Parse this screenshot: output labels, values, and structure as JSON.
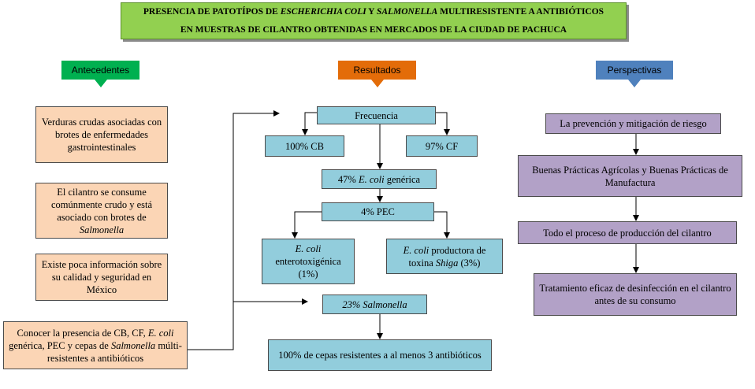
{
  "title": {
    "line1_pre": "PRESENCIA DE PATOTÍPOS DE ",
    "line1_em1": "ESCHERICHIA COLI",
    "line1_mid": " Y ",
    "line1_em2": "SALMONELLA",
    "line1_post": " MULTIRESISTENTE A ANTIBIÓTICOS",
    "line2": "EN MUESTRAS DE CILANTRO OBTENIDAS EN MERCADOS DE LA CIUDAD DE PACHUCA"
  },
  "sections": {
    "antecedentes": "Antecedentes",
    "resultados": "Resultados",
    "perspectivas": "Perspectivas"
  },
  "antecedentes": {
    "item1": "Verduras crudas asociadas con brotes de enfermedades gastrointestinales",
    "item2_pre": "El cilantro se consume comúnmente crudo y está asociado con brotes de ",
    "item2_em": "Salmonella",
    "item3": "Existe poca información sobre su calidad y seguridad en México",
    "item4_pre": "Conocer la presencia de CB, CF, ",
    "item4_em1": "E. coli",
    "item4_mid": " genérica, PEC y cepas de ",
    "item4_em2": "Salmonella",
    "item4_post": " múlti-resistentes a antibióticos"
  },
  "resultados": {
    "frecuencia": "Frecuencia",
    "cb": "100% CB",
    "cf": "97% CF",
    "ecoli_pre": "47% ",
    "ecoli_em": "E. coli",
    "ecoli_post": " genérica",
    "pec": "4% PEC",
    "etec_em": "E. coli",
    "etec_rest": "enterotoxigénica",
    "etec_pct": "(1%)",
    "stec_em": "E. coli",
    "stec_rest": " productora de toxina ",
    "stec_em2": "Shiga",
    "stec_pct": " (3%)",
    "salmonella": "23% Salmonella",
    "cepas": "100% de cepas resistentes a al menos 3 antibióticos"
  },
  "perspectivas": {
    "item1": "La prevención y mitigación de riesgo",
    "item2": "Buenas Prácticas Agrícolas y Buenas Prácticas de Manufactura",
    "item3": "Todo el proceso de producción del cilantro",
    "item4": "Tratamiento eficaz de desinfección en el cilantro antes de su consumo"
  },
  "colors": {
    "title_bg": "#92d050",
    "antecedentes_label": "#00b050",
    "resultados_label": "#e36c09",
    "perspectivas_label": "#4f81bd",
    "peach": "#fbd5b5",
    "blue": "#92cddc",
    "purple": "#b2a1c7"
  }
}
